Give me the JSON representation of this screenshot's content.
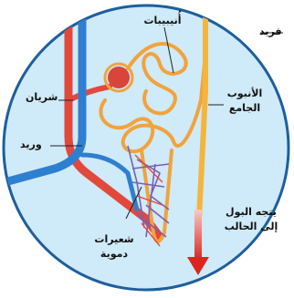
{
  "labels": {
    "nephron": "فريد",
    "tubules": "أُنيبيبات",
    "artery": "شريان",
    "vein": "وريد",
    "collecting_duct_line1": "الأنبوب",
    "collecting_duct_line2": "الجامع",
    "capillaries_line1": "شعيرات",
    "capillaries_line2": "دموية",
    "urine_line1": "يتجه البول",
    "urine_line2": "إلى الحالب"
  },
  "colors": {
    "circle_fill": "#cfeaf8",
    "circle_stroke": "#1d5f9e",
    "artery": "#e2483c",
    "vein": "#2f7fd0",
    "tubule": "#f1a33c",
    "capillary_purple": "#7c5db4",
    "collecting_duct": "#f4b53c",
    "flow_arrow": "#d92720"
  }
}
